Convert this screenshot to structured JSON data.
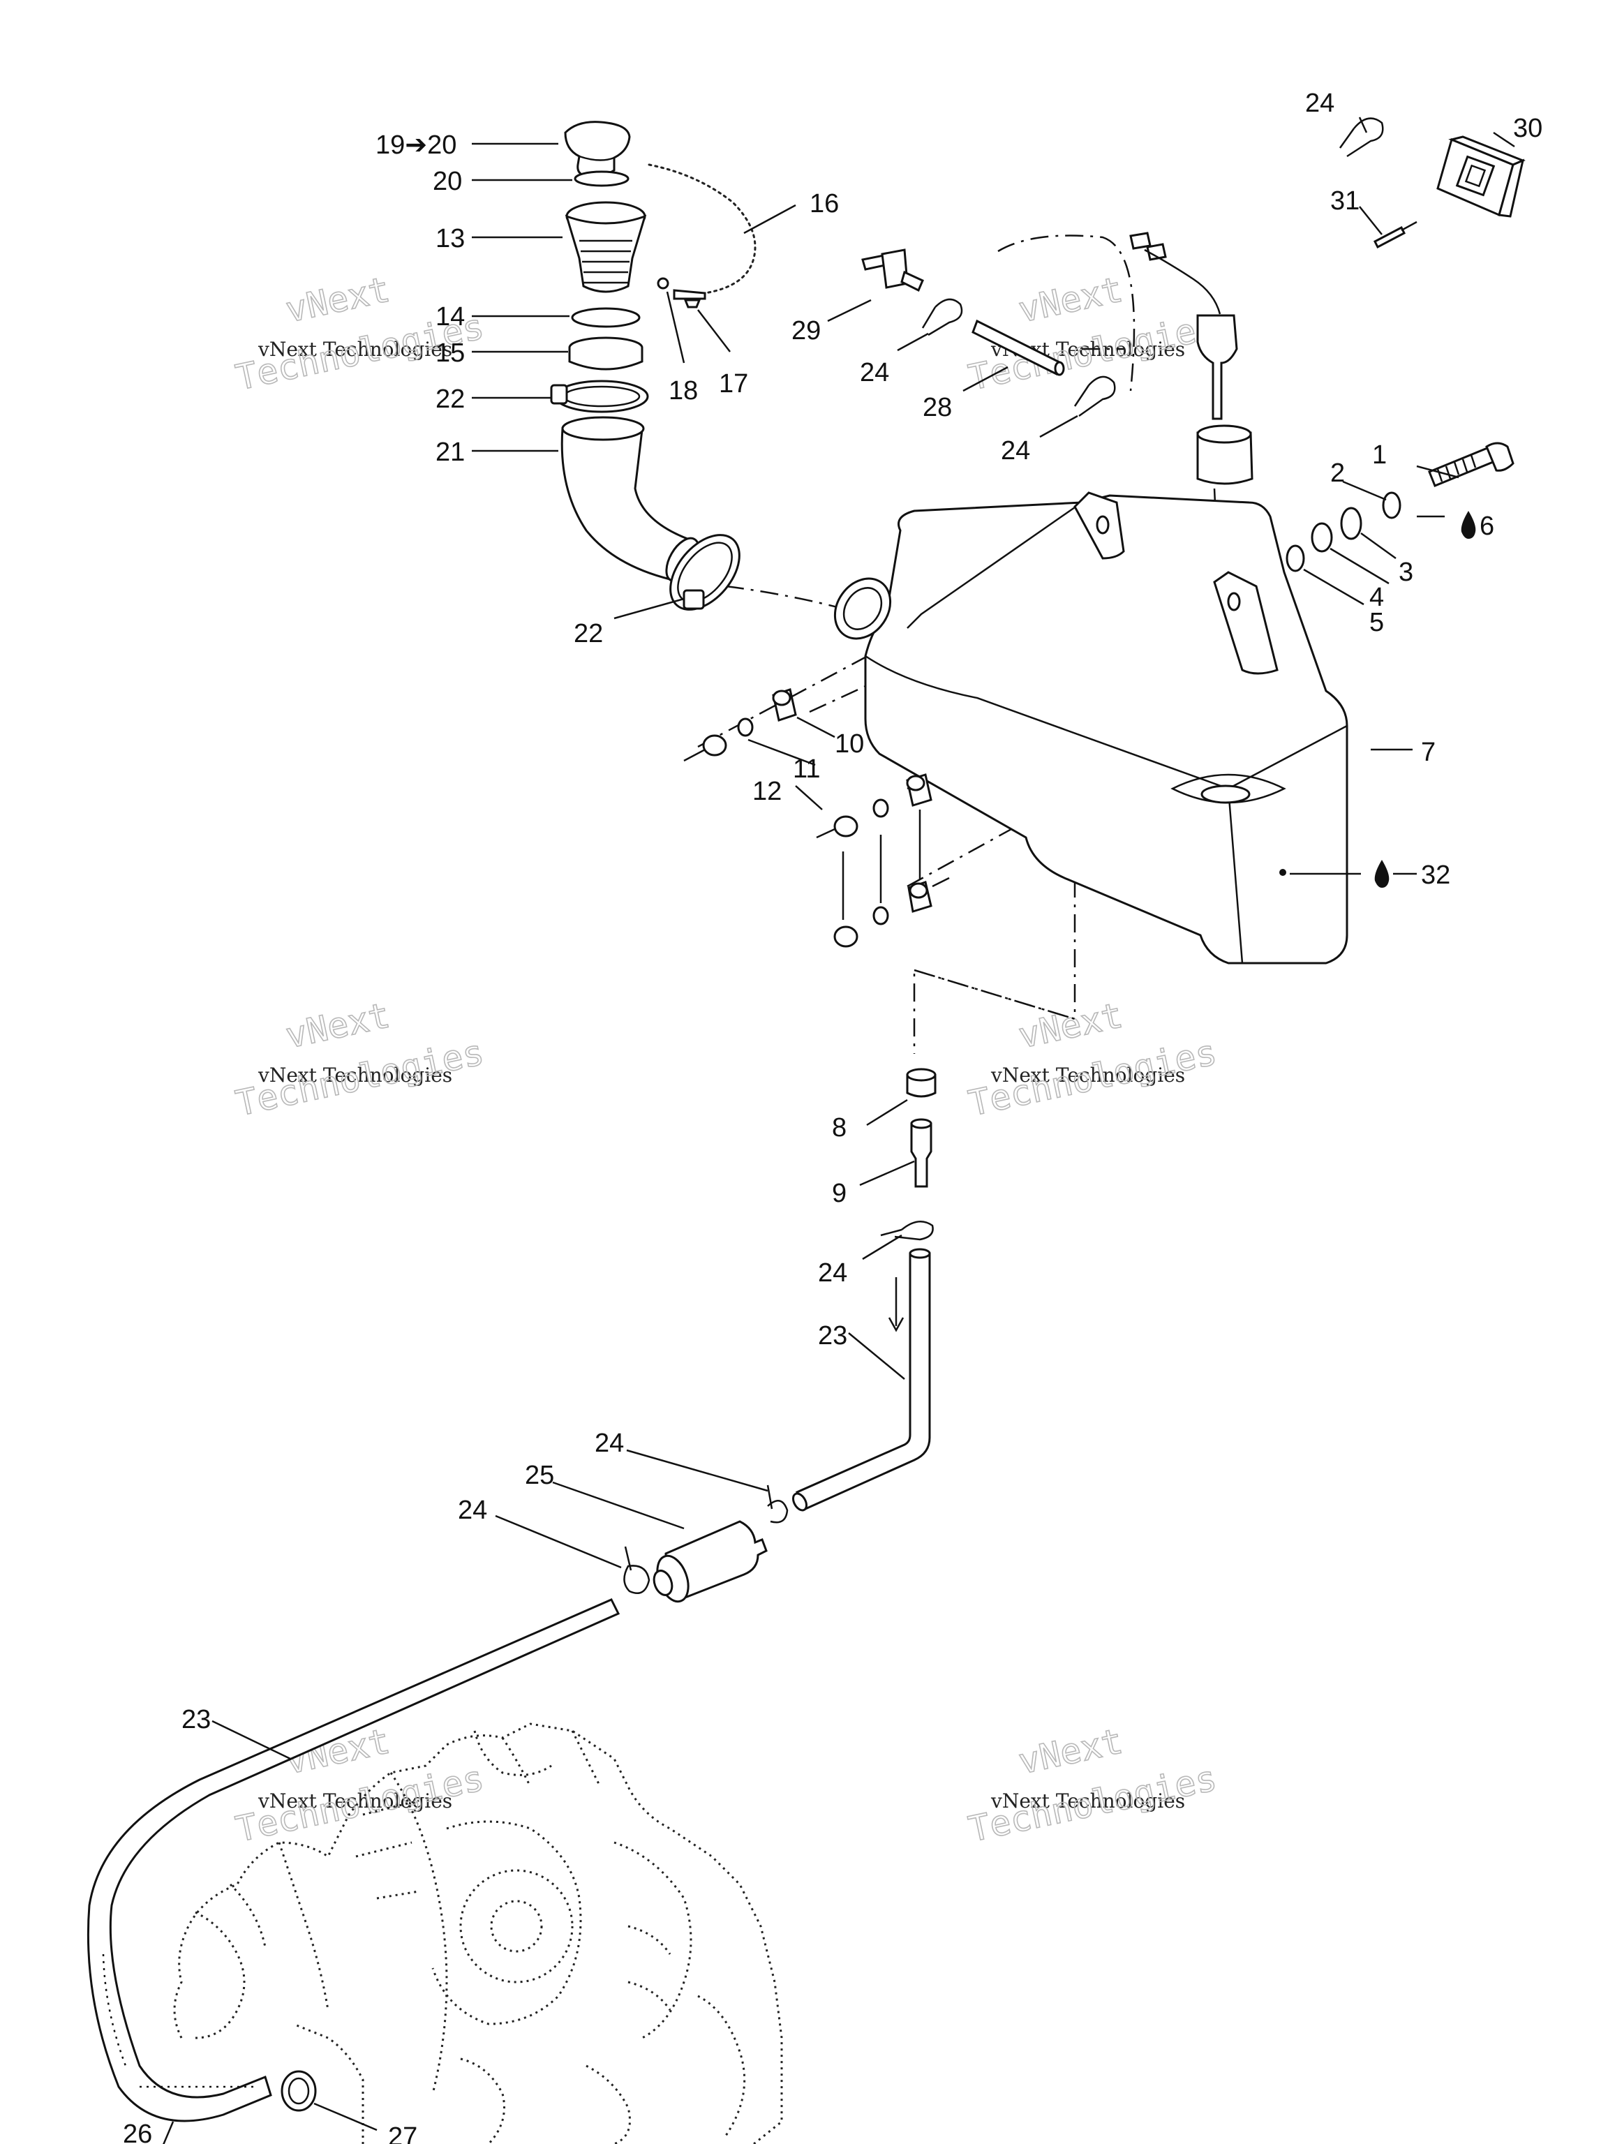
{
  "watermark": {
    "line1": "vNext",
    "line2": "vNext Technologies",
    "line3": "Technologies"
  },
  "labels": {
    "l19_20": "19➔20",
    "l20": "20",
    "l13": "13",
    "l14": "14",
    "l15": "15",
    "l22a": "22",
    "l21": "21",
    "l22b": "22",
    "l16": "16",
    "l18": "18",
    "l17": "17",
    "l29": "29",
    "l24a": "24",
    "l28": "28",
    "l24b": "24",
    "l24c": "24",
    "l30": "30",
    "l31": "31",
    "l1": "1",
    "l2": "2",
    "l6": "6",
    "l3": "3",
    "l4": "4",
    "l5": "5",
    "l7": "7",
    "l10": "10",
    "l11": "11",
    "l12": "12",
    "l32": "32",
    "l8": "8",
    "l9": "9",
    "l24d": "24",
    "l23a": "23",
    "l24e": "24",
    "l25": "25",
    "l24f": "24",
    "l23b": "23",
    "l27": "27",
    "l26": "26"
  }
}
